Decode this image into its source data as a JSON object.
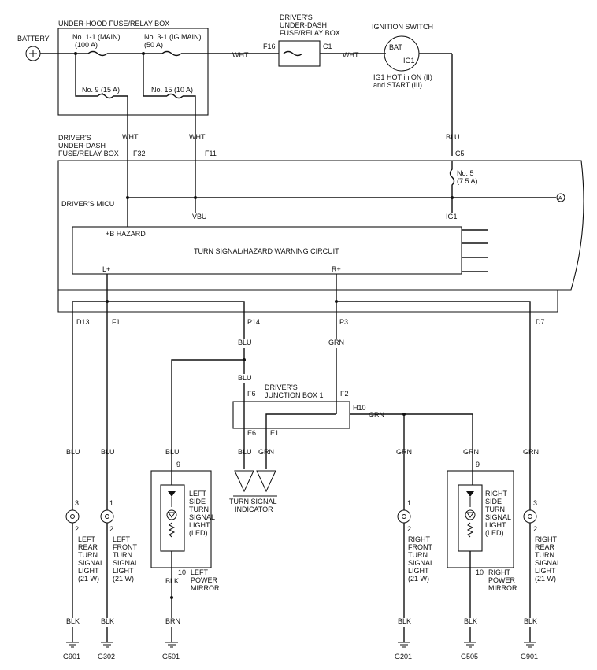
{
  "battery": {
    "label": "BATTERY"
  },
  "underhood_box": {
    "title": "UNDER-HOOD FUSE/RELAY BOX",
    "fuse_main": {
      "name": "No. 1-1 (MAIN)",
      "rating": "(100 A)"
    },
    "fuse_ig_main": {
      "name": "No. 3-1 (IG MAIN)",
      "rating": "(50 A)"
    },
    "fuse_9": "No. 9 (15 A)",
    "fuse_15": "No. 15 (10 A)"
  },
  "dash_box_top": {
    "title_lines": [
      "DRIVER'S",
      "UNDER-DASH",
      "FUSE/RELAY BOX"
    ],
    "pin_in": "F16",
    "pin_out": "C1"
  },
  "ignition": {
    "title": "IGNITION SWITCH",
    "bat": "BAT",
    "ig1": "IG1",
    "note_lines": [
      "IG1 HOT in ON (II)",
      "and START (III)"
    ]
  },
  "wires": {
    "wht": "WHT",
    "blu": "BLU",
    "grn": "GRN",
    "blk": "BLK",
    "brn": "BRN"
  },
  "dash_box_main": {
    "title_lines": [
      "DRIVER'S",
      "UNDER-DASH",
      "FUSE/RELAY BOX"
    ],
    "pin_f32": "F32",
    "pin_f11": "F11",
    "pin_c5": "C5",
    "fuse_5": {
      "name": "No. 5",
      "rating": "(7.5 A)"
    },
    "connector_a": "A"
  },
  "micu": {
    "title": "DRIVER'S MICU",
    "vbu": "VBU",
    "ig1": "IG1",
    "hazard": "+B HAZARD",
    "circuit": "TURN SIGNAL/HAZARD WARNING CIRCUIT",
    "l_plus": "L+",
    "r_plus": "R+"
  },
  "pins": {
    "d13": "D13",
    "f1": "F1",
    "p14": "P14",
    "p3": "P3",
    "d7": "D7"
  },
  "junction": {
    "title_lines": [
      "DRIVER'S",
      "JUNCTION BOX 1"
    ],
    "f6": "F6",
    "f2": "F2",
    "h10": "H10",
    "e6": "E6",
    "e1": "E1"
  },
  "indicator": {
    "label_lines": [
      "TURN SIGNAL",
      "INDICATOR"
    ]
  },
  "lamps": {
    "left_rear": {
      "pin_top": "3",
      "pin_bot": "2",
      "label_lines": [
        "LEFT",
        "REAR",
        "TURN",
        "SIGNAL",
        "LIGHT",
        "(21 W)"
      ],
      "ground": "G901"
    },
    "left_front": {
      "pin_top": "1",
      "pin_bot": "2",
      "label_lines": [
        "LEFT",
        "FRONT",
        "TURN",
        "SIGNAL",
        "LIGHT",
        "(21 W)"
      ],
      "ground": "G302"
    },
    "right_front": {
      "pin_top": "1",
      "pin_bot": "2",
      "label_lines": [
        "RIGHT",
        "FRONT",
        "TURN",
        "SIGNAL",
        "LIGHT",
        "(21 W)"
      ],
      "ground": "G201"
    },
    "right_rear": {
      "pin_top": "3",
      "pin_bot": "2",
      "label_lines": [
        "RIGHT",
        "REAR",
        "TURN",
        "SIGNAL",
        "LIGHT",
        "(21 W)"
      ],
      "ground": "G901"
    }
  },
  "mirrors": {
    "left": {
      "pin_top": "9",
      "pin_bot": "10",
      "led_lines": [
        "LEFT",
        "SIDE",
        "TURN",
        "SIGNAL",
        "LIGHT",
        "(LED)"
      ],
      "mirror_lines": [
        "LEFT",
        "POWER",
        "MIRROR"
      ],
      "ground": "G501"
    },
    "right": {
      "pin_top": "9",
      "pin_bot": "10",
      "led_lines": [
        "RIGHT",
        "SIDE",
        "TURN",
        "SIGNAL",
        "LIGHT",
        "(LED)"
      ],
      "mirror_lines": [
        "RIGHT",
        "POWER",
        "MIRROR"
      ],
      "ground": "G505"
    }
  }
}
